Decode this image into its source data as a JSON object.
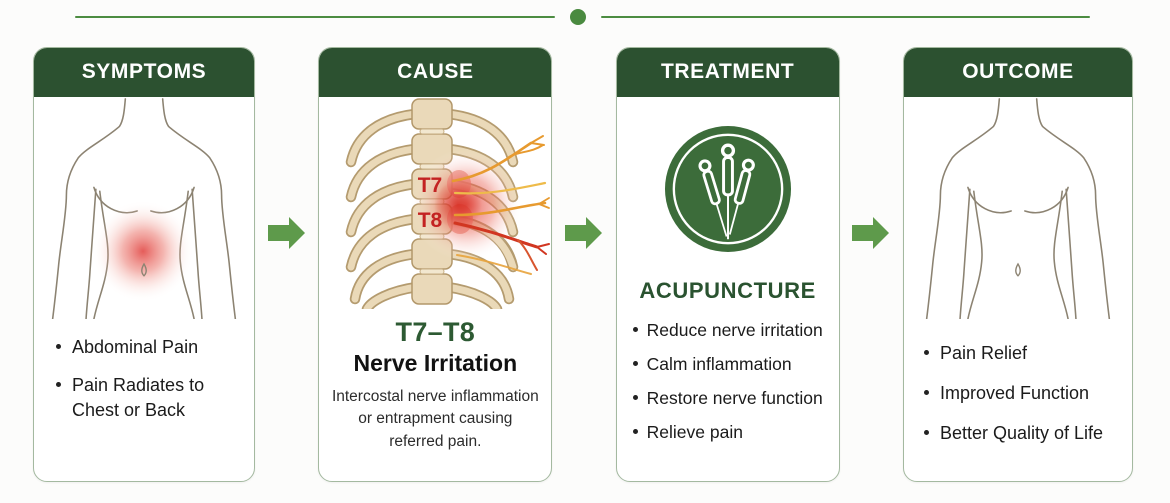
{
  "decor": {
    "line_color": "#4c8c41",
    "dot_color": "#4a8a40"
  },
  "colors": {
    "header_green": "#2c5130",
    "accent_green": "#2d5a33",
    "arrow_green": "#5e9a4b",
    "badge_green": "#3c6c3a",
    "card_border": "#a4b9a0",
    "pain_red": "#e03f3c",
    "vertebra_label_red": "#c32222",
    "nerve_orange": "#e79a2f",
    "nerve_red": "#d13621",
    "bone_fill": "#ead9b8",
    "bone_outline": "#b49b6f"
  },
  "cards": {
    "symptoms": {
      "header": "SYMPTOMS",
      "illustration": "torso front view with red abdominal pain glow",
      "bullets": [
        "Abdominal Pain",
        "Pain Radiates to Chest or Back"
      ]
    },
    "cause": {
      "header": "CAUSE",
      "illustration": "rib cage and spine with inflamed T7–T8 nerves",
      "vertebra_labels": [
        "T7",
        "T8"
      ],
      "title": "T7–T8",
      "subtitle": "Nerve Irritation",
      "description": "Intercostal nerve inflammation or entrapment causing referred pain."
    },
    "treatment": {
      "header": "TREATMENT",
      "illustration": "green badge with three acupuncture needles",
      "method": "ACUPUNCTURE",
      "bullets": [
        "Reduce nerve irritation",
        "Calm inflammation",
        "Restore nerve function",
        "Relieve pain"
      ]
    },
    "outcome": {
      "header": "OUTCOME",
      "illustration": "healthy torso front view",
      "bullets": [
        "Pain Relief",
        "Improved Function",
        "Better Quality of Life"
      ]
    }
  }
}
